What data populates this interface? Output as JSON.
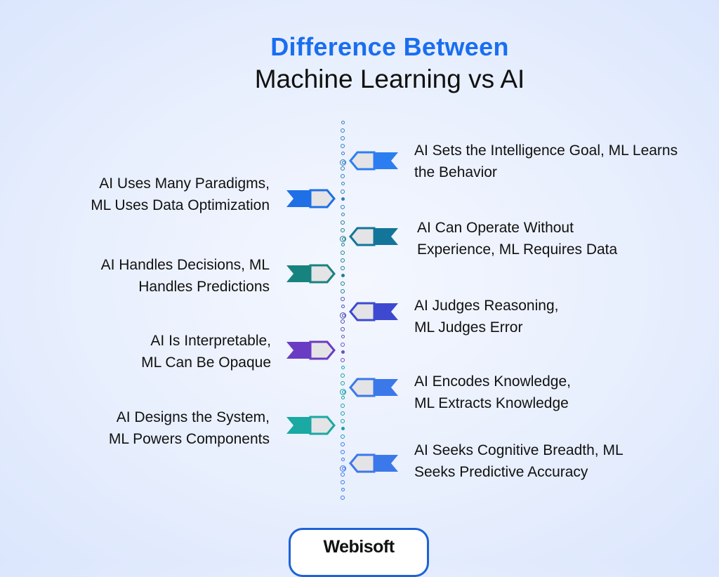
{
  "header": {
    "title_line1": "Difference Between",
    "title_line2": "Machine Learning vs AI"
  },
  "colors": {
    "title_accent": "#1a6ef0",
    "background_center": "#f4f7fe",
    "background_edge": "#dbe6fd",
    "logo_border": "#1e62d6"
  },
  "left_items": [
    {
      "line1": "AI Uses Many Paradigms,",
      "line2": "ML Uses Data Optimization",
      "color": "#1f6fe6",
      "icon": "arrow-flag-right-icon"
    },
    {
      "line1": "AI Handles Decisions, ML",
      "line2": "Handles Predictions",
      "color": "#17837e",
      "icon": "arrow-flag-right-icon"
    },
    {
      "line1": "AI Is Interpretable,",
      "line2": "ML Can Be Opaque",
      "color": "#6a3cc4",
      "icon": "arrow-flag-right-icon"
    },
    {
      "line1": "AI Designs the System,",
      "line2": "ML Powers Components",
      "color": "#1aa9a3",
      "icon": "arrow-flag-right-icon"
    }
  ],
  "right_items": [
    {
      "line1": "AI Sets the Intelligence Goal, ML Learns",
      "line2": "the Behavior",
      "color": "#2c7ef0",
      "icon": "arrow-flag-left-icon"
    },
    {
      "line1": "AI Can Operate Without",
      "line2": "Experience, ML Requires Data",
      "color": "#13759a",
      "icon": "arrow-flag-left-icon"
    },
    {
      "line1": "AI Judges Reasoning,",
      "line2": "ML Judges Error",
      "color": "#3d4ad0",
      "icon": "arrow-flag-left-icon"
    },
    {
      "line1": "AI Encodes Knowledge,",
      "line2": "ML Extracts Knowledge",
      "color": "#3b78ea",
      "icon": "arrow-flag-left-icon"
    },
    {
      "line1": "AI Seeks Cognitive Breadth, ML",
      "line2": "Seeks Predictive Accuracy",
      "color": "#3b78ea",
      "icon": "arrow-flag-left-icon"
    }
  ],
  "footer": {
    "brand": "Webisoft"
  }
}
